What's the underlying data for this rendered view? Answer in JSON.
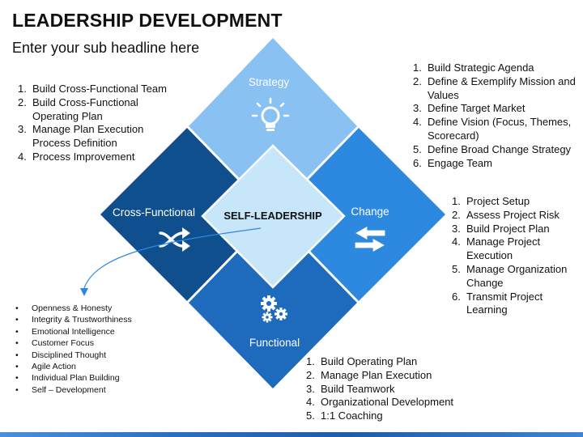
{
  "header": {
    "title": "LEADERSHIP DEVELOPMENT",
    "subtitle": "Enter your sub headline here"
  },
  "diagram": {
    "center_label": "SELF-LEADERSHIP",
    "quadrants": {
      "strategy": {
        "label": "Strategy",
        "icon": "lightbulb-icon",
        "color": "#89C2F2"
      },
      "change": {
        "label": "Change",
        "icon": "two-way-arrows-icon",
        "color": "#2D88E0"
      },
      "functional": {
        "label": "Functional",
        "icon": "gears-icon",
        "color": "#1E6BBE"
      },
      "cross_functional": {
        "label": "Cross-Functional",
        "icon": "shuffle-icon",
        "color": "#0F4F8E"
      }
    },
    "center_color": "#C7E6FA"
  },
  "lists": {
    "strategy": [
      "Build Strategic Agenda",
      "Define & Exemplify Mission and Values",
      "Define Target Market",
      "Define Vision (Focus, Themes, Scorecard)",
      "Define Broad Change Strategy",
      "Engage Team"
    ],
    "cross_functional": [
      "Build Cross-Functional Team",
      "Build Cross-Functional Operating Plan",
      "Manage Plan Execution Process Definition",
      "Process Improvement"
    ],
    "change": [
      "Project Setup",
      "Assess Project Risk",
      "Build Project Plan",
      "Manage Project Execution",
      "Manage Organization Change",
      "Transmit Project Learning"
    ],
    "functional": [
      "Build Operating Plan",
      "Manage Plan Execution",
      "Build Teamwork",
      "Organizational Development",
      "1:1 Coaching"
    ],
    "self_leadership": [
      "Openness & Honesty",
      "Integrity & Trustworthiness",
      "Emotional Intelligence",
      "Customer Focus",
      "Disciplined Thought",
      "Agile Action",
      "Individual Plan Building",
      "Self – Development"
    ]
  }
}
